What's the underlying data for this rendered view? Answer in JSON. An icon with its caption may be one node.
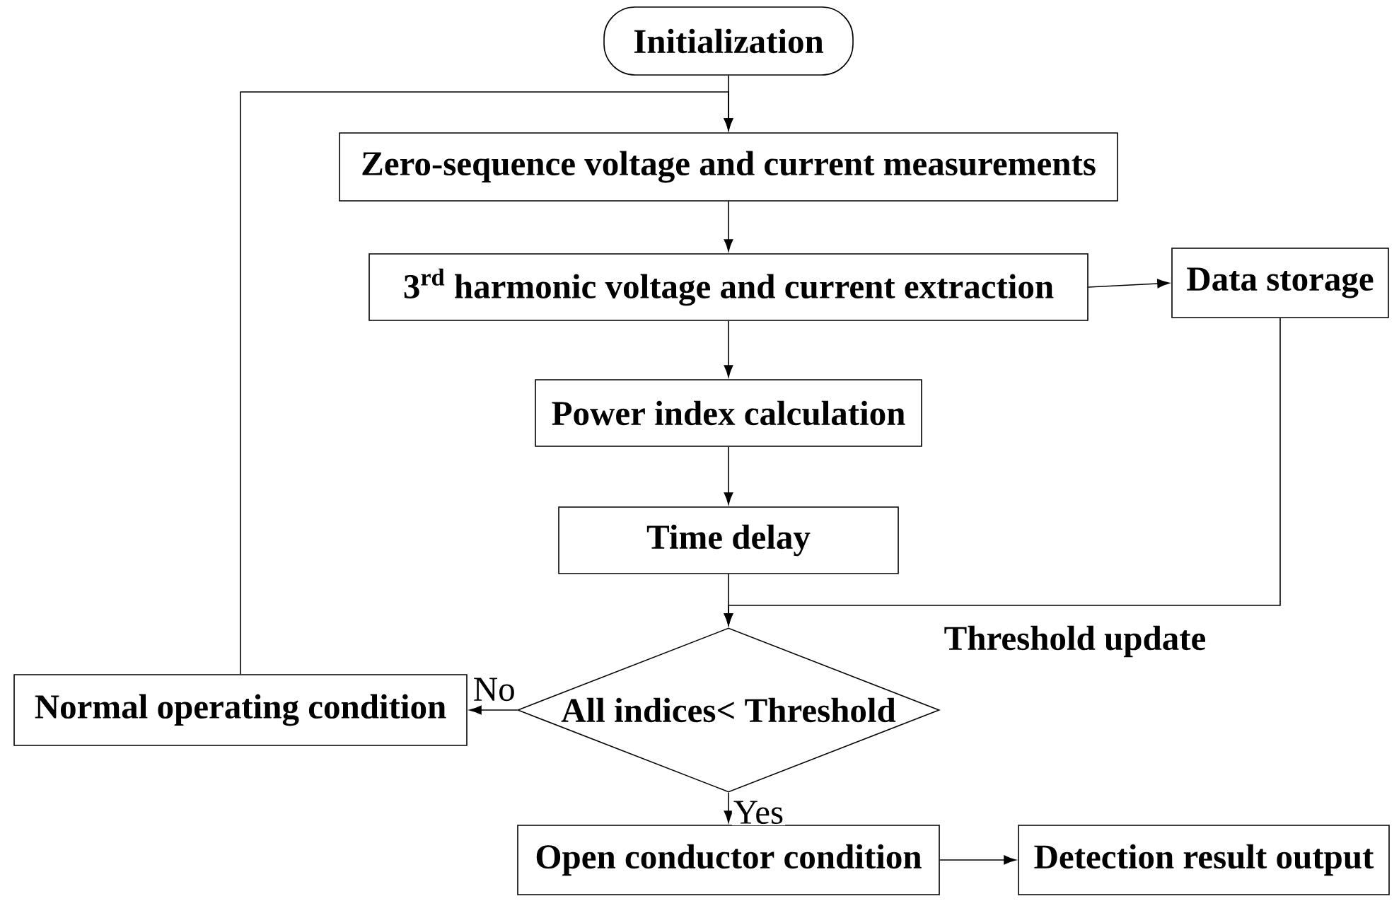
{
  "diagram": {
    "nodes": [
      {
        "text": [
          "Initialization"
        ]
      },
      {
        "text": [
          "Zero-sequence voltage and current measurements"
        ]
      },
      {
        "text": [
          "3$^{rd}$ harmonic voltage and current extraction"
        ]
      },
      {
        "text": [
          "Data storage"
        ]
      },
      {
        "text": [
          "Power index calculation"
        ]
      },
      {
        "text": [
          "Time delay"
        ]
      },
      {
        "text": [
          "All indices< Threshold"
        ]
      },
      {
        "text": [
          "Normal operating condition"
        ]
      },
      {
        "text": [
          "Open conductor condition"
        ]
      },
      {
        "text": [
          "Detection result output"
        ]
      }
    ],
    "edges": [
      {
        "from": 0,
        "to": 1,
        "arrow": "to"
      },
      {
        "from": 1,
        "to": 2,
        "arrow": "to"
      },
      {
        "from": 2,
        "to": 3,
        "arrow": "to"
      },
      {
        "from": 2,
        "to": 4,
        "arrow": "to"
      },
      {
        "from": 4,
        "to": 5,
        "arrow": "to"
      },
      {
        "from": 5,
        "to": 6,
        "arrow": "to"
      },
      {
        "from": 3,
        "to": 6,
        "arrow": "to",
        "label": "Threshold update"
      },
      {
        "from": 6,
        "to": 7,
        "arrow": "to",
        "label": "No"
      },
      {
        "from": 7,
        "to": 1,
        "arrow": "to"
      },
      {
        "from": 6,
        "to": 8,
        "arrow": "to",
        "label": "Yes"
      },
      {
        "from": 8,
        "to": 9,
        "arrow": "to"
      }
    ]
  }
}
